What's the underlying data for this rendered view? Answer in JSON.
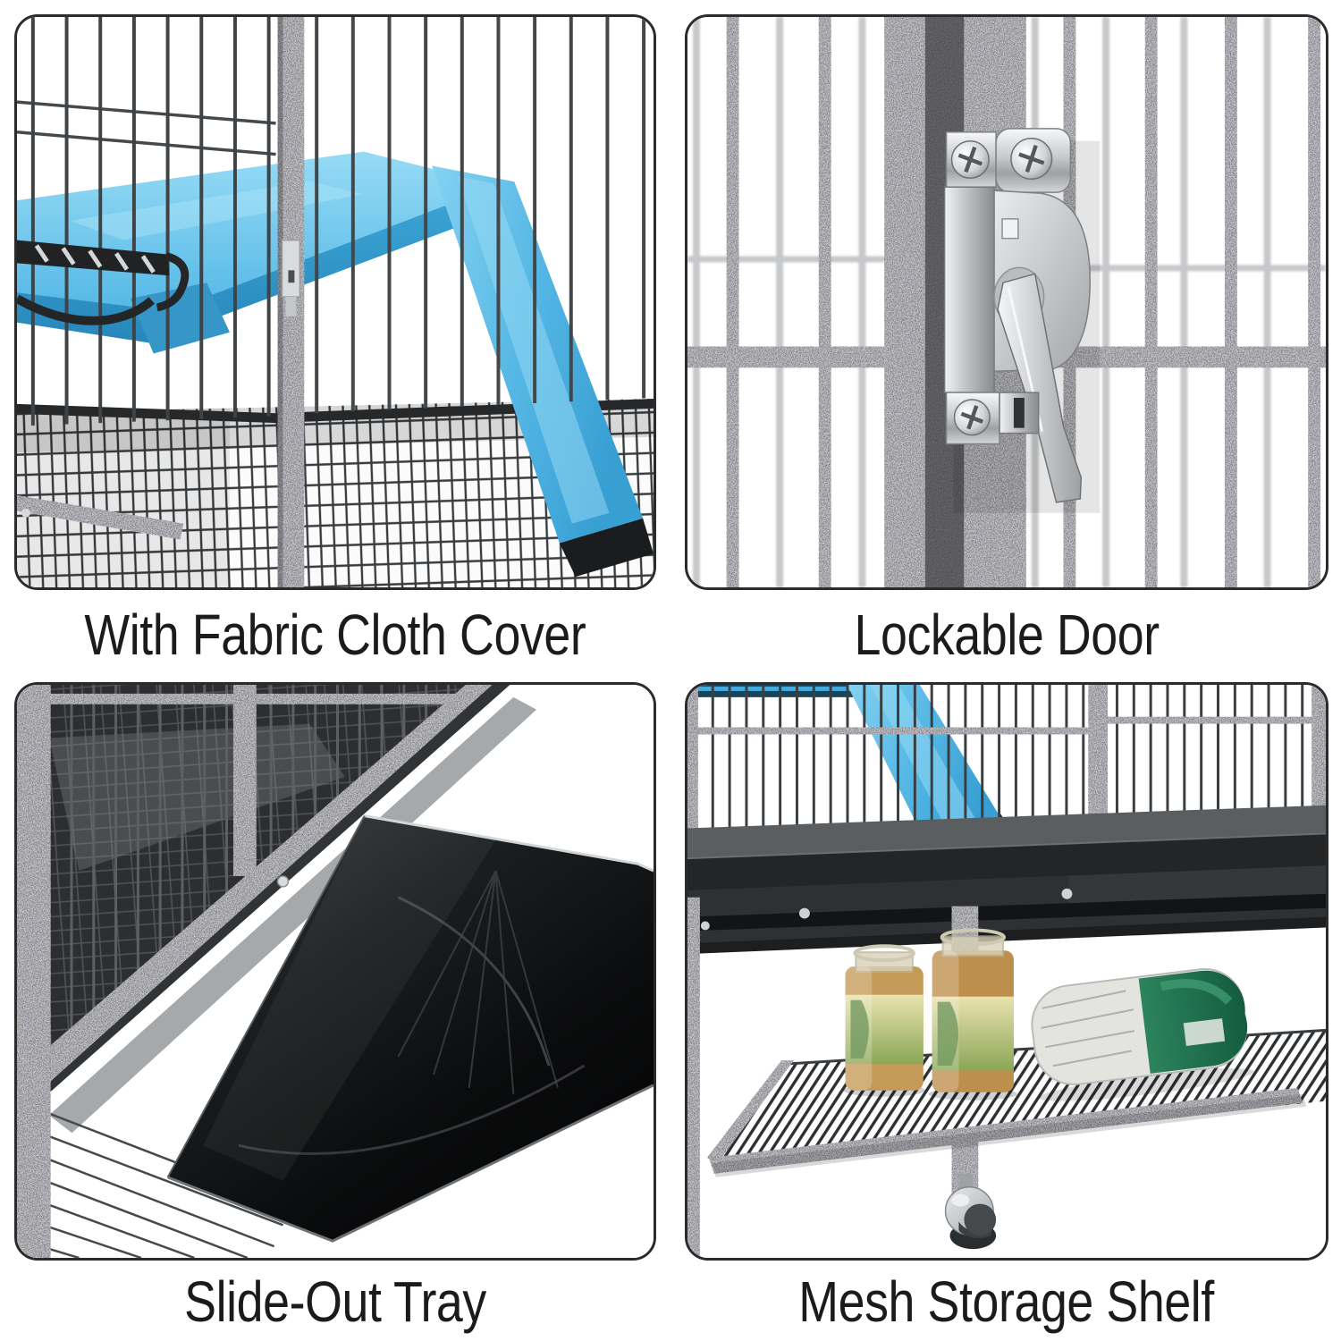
{
  "page": {
    "background": "#ffffff"
  },
  "features": [
    {
      "id": "fabric-cover",
      "caption": "With Fabric Cloth Cover"
    },
    {
      "id": "lockable-door",
      "caption": "Lockable Door"
    },
    {
      "id": "slide-out-tray",
      "caption": "Slide-Out Tray"
    },
    {
      "id": "mesh-storage-shelf",
      "caption": "Mesh Storage Shelf"
    }
  ],
  "colors": {
    "caption_text": "#1b1b1b",
    "panel_border": "#2b2b2b",
    "fabric_blue": "#55b9e6",
    "fabric_blue_light": "#92d8f4",
    "metal_dark": "#3a3e41",
    "chrome_silver": "#c9cdd0",
    "tray_black": "#0d0e0f",
    "bag_green": "#1f6f4d",
    "seed_amber": "#bd8f4c"
  }
}
